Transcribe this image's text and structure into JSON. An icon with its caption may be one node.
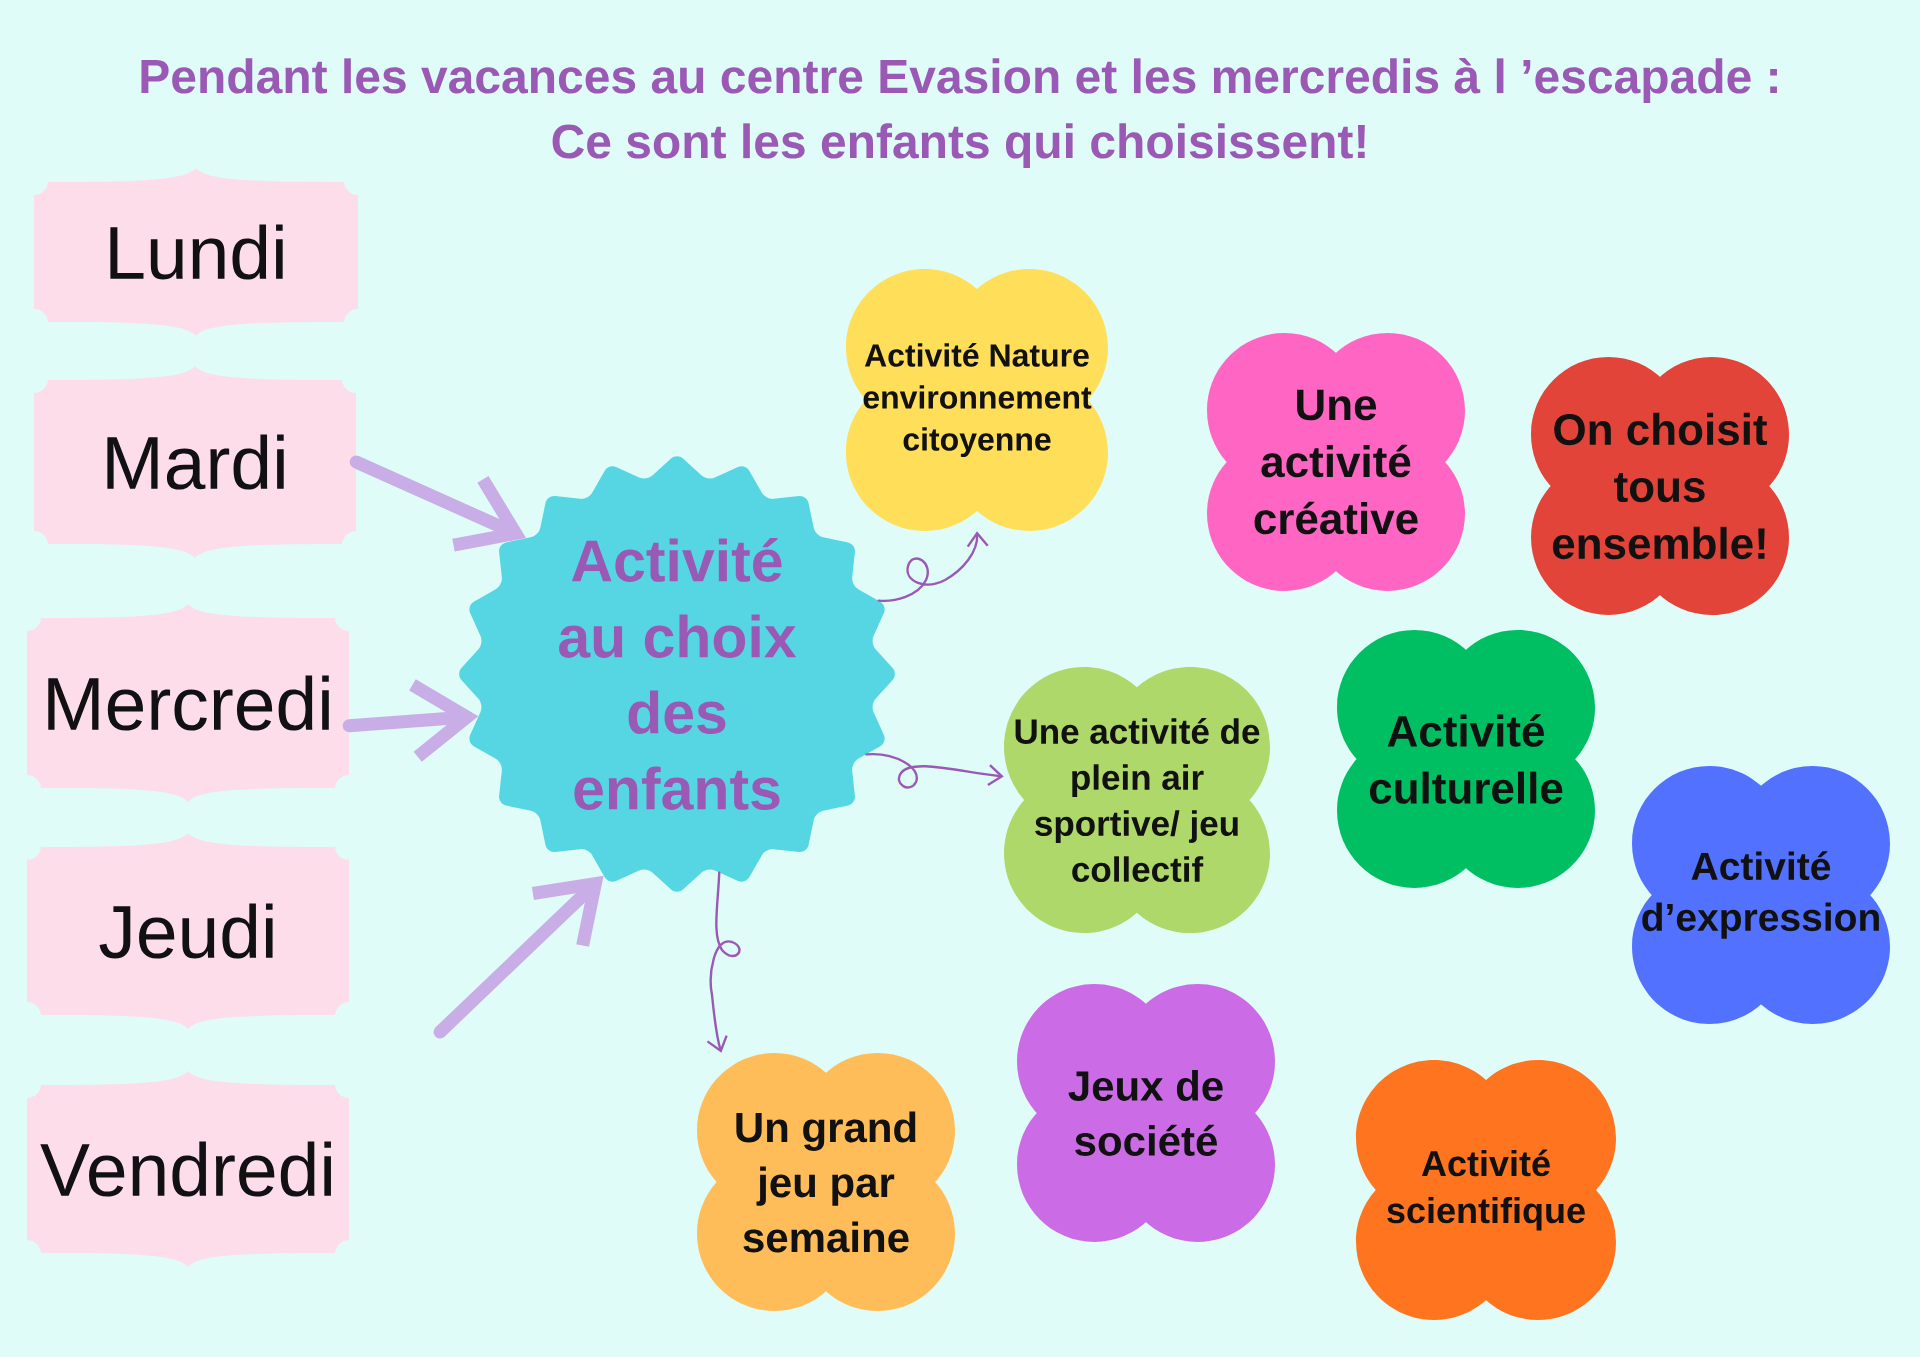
{
  "diagram": {
    "title": "Pendant les vacances au centre Evasion et les mercredis à l ’escapade : Ce sont les enfants qui choisissent!",
    "nodes": [
      {
        "text": [
          "Lundi"
        ]
      },
      {
        "text": [
          "Mardi"
        ]
      },
      {
        "text": [
          "Mercredi"
        ]
      },
      {
        "text": [
          "Jeudi"
        ]
      },
      {
        "text": [
          "Vendredi"
        ]
      },
      {
        "text": [
          "Activité au choix des enfants"
        ]
      },
      {
        "text": [
          "Activité Nature environnement citoyenne"
        ]
      },
      {
        "text": [
          "Une activité créative"
        ]
      },
      {
        "text": [
          "On choisit tous ensemble!"
        ]
      },
      {
        "text": [
          "Une activité de plein air sportive/ jeu collectif"
        ]
      },
      {
        "text": [
          "Activité culturelle"
        ]
      },
      {
        "text": [
          "Activité d’expression"
        ]
      },
      {
        "text": [
          "Un grand jeu par semaine"
        ]
      },
      {
        "text": [
          "Jeux de société"
        ]
      },
      {
        "text": [
          "Activité scientifique"
        ]
      }
    ],
    "edges": [
      {
        "from": 1,
        "to": 5,
        "arrow": "to",
        "style": "thick",
        "color": "#c8ade6"
      },
      {
        "from": 2,
        "to": 5,
        "arrow": "to",
        "style": "thick",
        "color": "#c8ade6"
      },
      {
        "from": null,
        "to": 5,
        "arrow": "to",
        "style": "thick",
        "color": "#c8ade6"
      },
      {
        "from": 5,
        "to": 6,
        "arrow": "to"
      },
      {
        "from": 5,
        "to": 9,
        "arrow": "to"
      },
      {
        "from": 5,
        "to": 12,
        "arrow": "to"
      }
    ]
  }
}
